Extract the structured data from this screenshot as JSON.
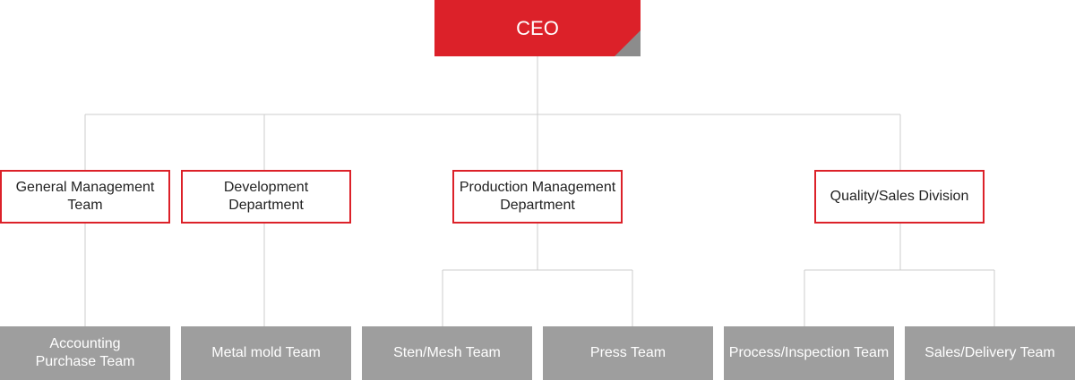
{
  "colors": {
    "accent": "#dc2129",
    "team_fill": "#9e9e9e",
    "connector": "#cccccc"
  },
  "ceo": {
    "label": "CEO"
  },
  "departments": [
    {
      "label": "General Management\nTeam"
    },
    {
      "label": "Development\nDepartment"
    },
    {
      "label": "Production Management\nDepartment"
    },
    {
      "label": "Quality/Sales Division"
    }
  ],
  "teams": [
    {
      "label": "Accounting\nPurchase Team"
    },
    {
      "label": "Metal mold Team"
    },
    {
      "label": "Sten/Mesh Team"
    },
    {
      "label": "Press Team"
    },
    {
      "label": "Process/Inspection Team"
    },
    {
      "label": "Sales/Delivery Team"
    }
  ]
}
